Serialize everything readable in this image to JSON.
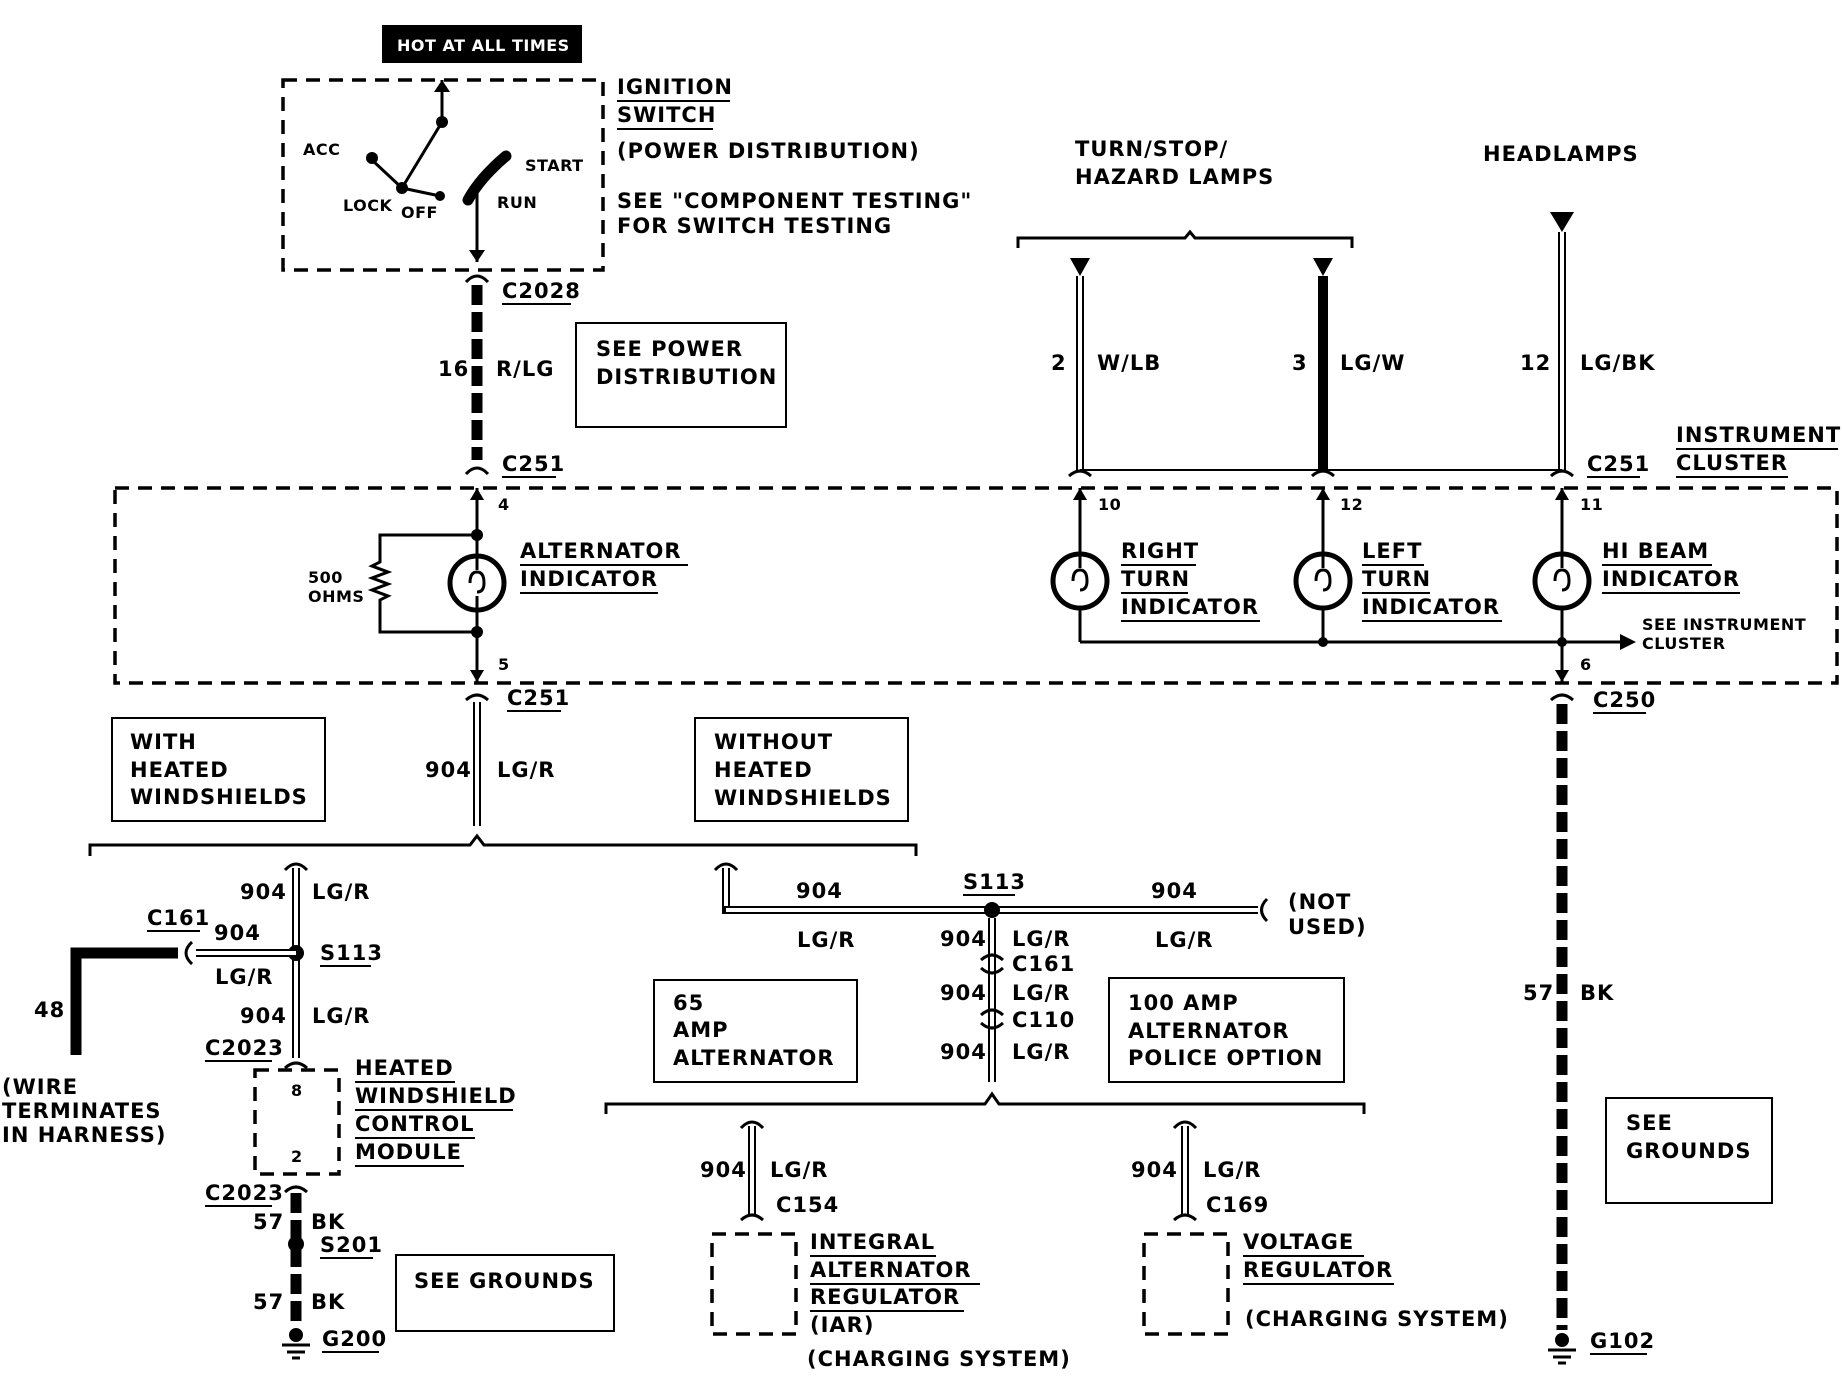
{
  "top": {
    "hot_label": "HOT AT ALL TIMES",
    "ignition_title_1": "IGNITION",
    "ignition_title_2": "SWITCH",
    "power_dist": "(POWER DISTRIBUTION)",
    "comp_test_1": "SEE \"COMPONENT TESTING\"",
    "comp_test_2": "FOR SWITCH TESTING",
    "pos_acc": "ACC",
    "pos_lock": "LOCK",
    "pos_off": "OFF",
    "pos_run": "RUN",
    "pos_start": "START",
    "c2028": "C2028",
    "wire16_num": "16",
    "wire16_color": "R/LG",
    "see_power_1": "SEE POWER",
    "see_power_2": "DISTRIBUTION",
    "c251_left": "C251"
  },
  "lamps": {
    "turn_1": "TURN/STOP/",
    "turn_2": "HAZARD LAMPS",
    "headlamps": "HEADLAMPS",
    "w2_num": "2",
    "w2_color": "W/LB",
    "w3_num": "3",
    "w3_color": "LG/W",
    "w12_num": "12",
    "w12_color": "LG/BK",
    "c251_right": "C251",
    "cluster_1": "INSTRUMENT",
    "cluster_2": "CLUSTER"
  },
  "cluster": {
    "pin4": "4",
    "pin5": "5",
    "pin10": "10",
    "pin12": "12",
    "pin11": "11",
    "pin6": "6",
    "res_1": "500",
    "res_2": "OHMS",
    "alt_1": "ALTERNATOR",
    "alt_2": "INDICATOR",
    "rt_1": "RIGHT",
    "rt_2": "TURN",
    "rt_3": "INDICATOR",
    "lt_1": "LEFT",
    "lt_2": "TURN",
    "lt_3": "INDICATOR",
    "hb_1": "HI BEAM",
    "hb_2": "INDICATOR",
    "see_ic_1": "SEE INSTRUMENT",
    "see_ic_2": "CLUSTER"
  },
  "middle": {
    "c251_below": "C251",
    "c250": "C250",
    "w904": "904",
    "lgr": "LG/R",
    "with_1": "WITH",
    "with_2": "HEATED",
    "with_3": "WINDSHIELDS",
    "without_1": "WITHOUT",
    "without_2": "HEATED",
    "without_3": "WINDSHIELDS"
  },
  "left": {
    "c161": "C161",
    "s113": "S113",
    "w48": "48",
    "wire_term_1": "(WIRE",
    "wire_term_2": "TERMINATES",
    "wire_term_3": "IN HARNESS)",
    "c2023_top": "C2023",
    "mod_pin8": "8",
    "mod_pin2": "2",
    "hwcm_1": "HEATED",
    "hwcm_2": "WINDSHIELD",
    "hwcm_3": "CONTROL",
    "hwcm_4": "MODULE",
    "c2023_bot": "C2023",
    "w57": "57",
    "bk": "BK",
    "s201": "S201",
    "see_grounds": "SEE GROUNDS",
    "g200": "G200"
  },
  "center": {
    "s113": "S113",
    "not_used_1": "(NOT",
    "not_used_2": "USED)",
    "c161": "C161",
    "c110": "C110",
    "amp65_1": "65",
    "amp65_2": "AMP",
    "amp65_3": "ALTERNATOR",
    "amp100_1": "100 AMP",
    "amp100_2": "ALTERNATOR",
    "amp100_3": "POLICE OPTION",
    "c154": "C154",
    "c169": "C169",
    "iar_1": "INTEGRAL",
    "iar_2": "ALTERNATOR",
    "iar_3": "REGULATOR",
    "iar_4": "(IAR)",
    "charging_1": "(CHARGING SYSTEM)",
    "vr_1": "VOLTAGE",
    "vr_2": "REGULATOR",
    "charging_2": "(CHARGING SYSTEM)"
  },
  "right": {
    "w57": "57",
    "bk": "BK",
    "see_grounds_1": "SEE",
    "see_grounds_2": "GROUNDS",
    "g102": "G102"
  }
}
